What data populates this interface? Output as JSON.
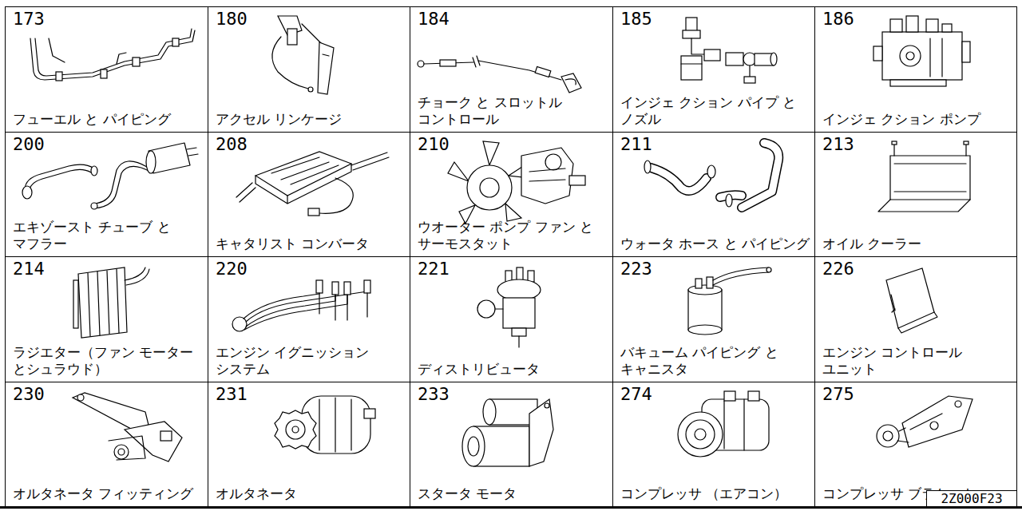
{
  "diagram": {
    "nodes": [
      {
        "text": [
          "173",
          "フューエル と パイピング"
        ]
      },
      {
        "text": [
          "180",
          "アクセル リンケージ"
        ]
      },
      {
        "text": [
          "184",
          "チョーク と スロットル コントロール"
        ]
      },
      {
        "text": [
          "185",
          "インジェ クション パイプ と ノズル"
        ]
      },
      {
        "text": [
          "186",
          "インジェ クション ポンプ"
        ]
      },
      {
        "text": [
          "200",
          "エキゾースト チューブ と マフラー"
        ]
      },
      {
        "text": [
          "208",
          "キャタリスト コンバータ"
        ]
      },
      {
        "text": [
          "210",
          "ウオーター ポンプ ファン と サーモスタット"
        ]
      },
      {
        "text": [
          "211",
          "ウォータ ホース と パイピング"
        ]
      },
      {
        "text": [
          "213",
          "オイル クーラー"
        ]
      },
      {
        "text": [
          "214",
          "ラジエター（ファン モーター とシュラウド）"
        ]
      },
      {
        "text": [
          "220",
          "エンジン イグニッション システム"
        ]
      },
      {
        "text": [
          "221",
          "ディストリビュータ"
        ]
      },
      {
        "text": [
          "223",
          "バキューム パイピング と キャニスタ"
        ]
      },
      {
        "text": [
          "226",
          "エンジン コントロール ユニット"
        ]
      },
      {
        "text": [
          "230",
          "オルタネータ フィッティング"
        ]
      },
      {
        "text": [
          "231",
          "オルタネータ"
        ]
      },
      {
        "text": [
          "233",
          "スタータ モータ"
        ]
      },
      {
        "text": [
          "274",
          "コンプレッサ （エアコン）"
        ]
      },
      {
        "text": [
          "275",
          "コンプレッサ ブラケット"
        ]
      }
    ],
    "labels": [
      "2Z000F23"
    ]
  }
}
